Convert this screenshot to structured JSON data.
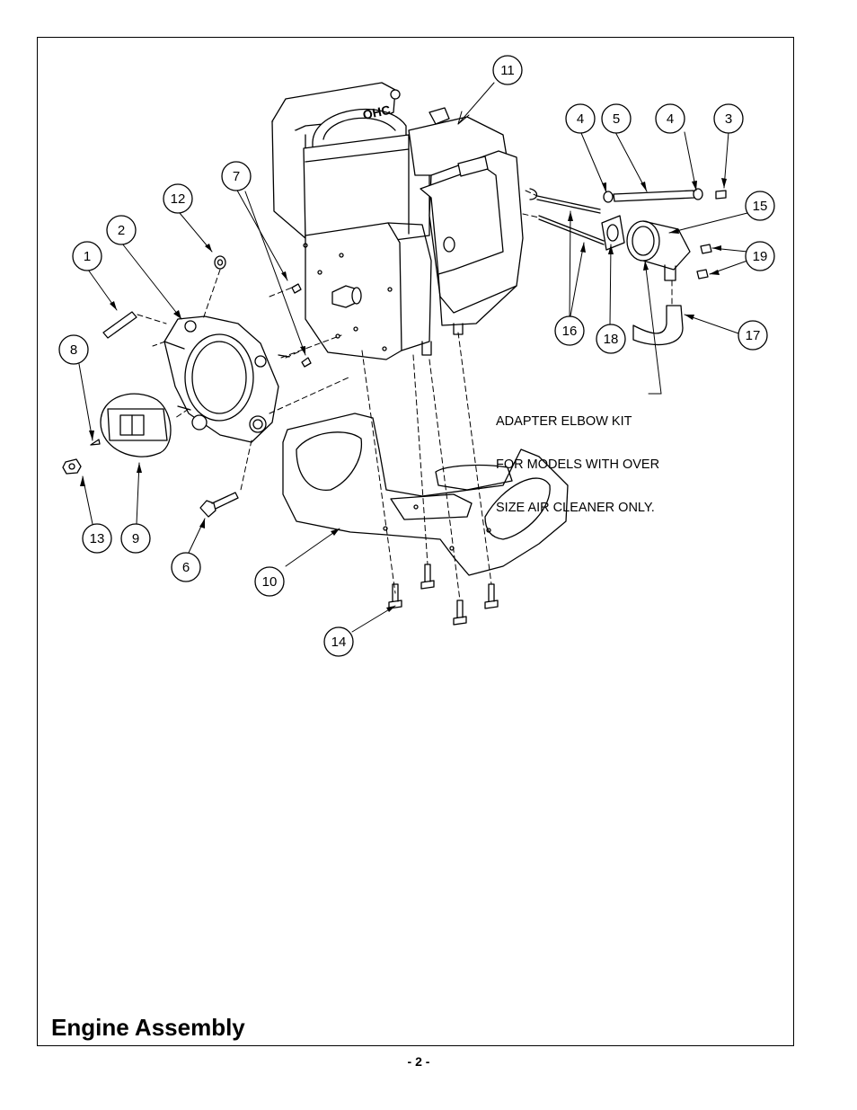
{
  "title": "Engine Assembly",
  "page_number": "- 2  -",
  "note": {
    "line1": "ADAPTER ELBOW KIT",
    "line2": "FOR MODELS WITH OVER",
    "line3": "SIZE AIR CLEANER ONLY."
  },
  "engine_logo": "OHC",
  "callouts": [
    "1",
    "2",
    "3",
    "4",
    "4",
    "5",
    "6",
    "7",
    "8",
    "9",
    "10",
    "11",
    "12",
    "13",
    "14",
    "15",
    "16",
    "17",
    "18",
    "19"
  ]
}
